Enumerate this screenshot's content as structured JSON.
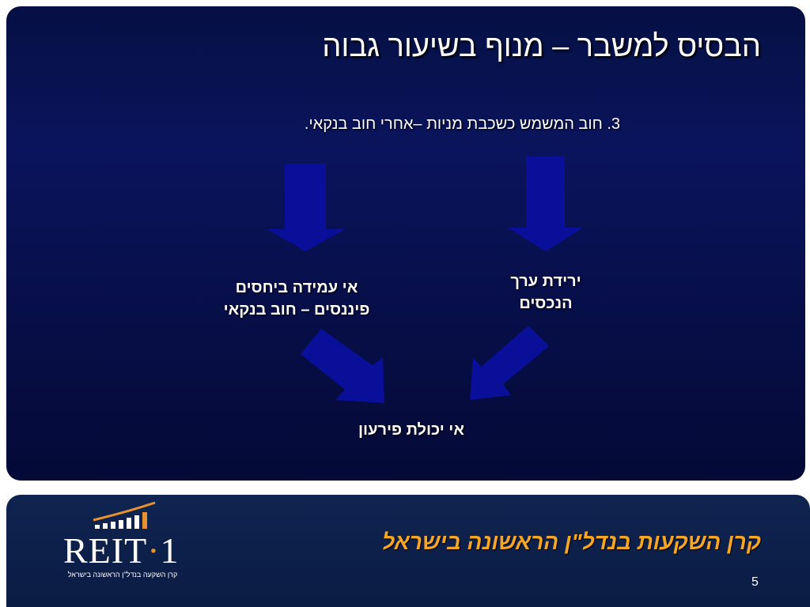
{
  "slide": {
    "title": "הבסיס למשבר – מנוף בשיעור גבוה",
    "subtitle": "3. חוב המשמש כשכבת מניות –אחרי חוב בנקאי.",
    "label_left_line1": "אי עמידה ביחסים",
    "label_left_line2": "פיננסים – חוב בנקאי",
    "label_right_line1": "ירידת ערך",
    "label_right_line2": "הנכסים",
    "label_bottom": "אי יכולת פירעון",
    "arrow_color": "#0a0f9a"
  },
  "footer": {
    "logo_main": "REIT",
    "logo_dot": "·",
    "logo_num": "1",
    "logo_sub": "קרן השקעה בנדל\"ן הראשונה בישראל",
    "title": "קרן השקעות בנדל\"ן הראשונה בישראל",
    "page_number": "5",
    "accent_color": "#f6a623"
  }
}
